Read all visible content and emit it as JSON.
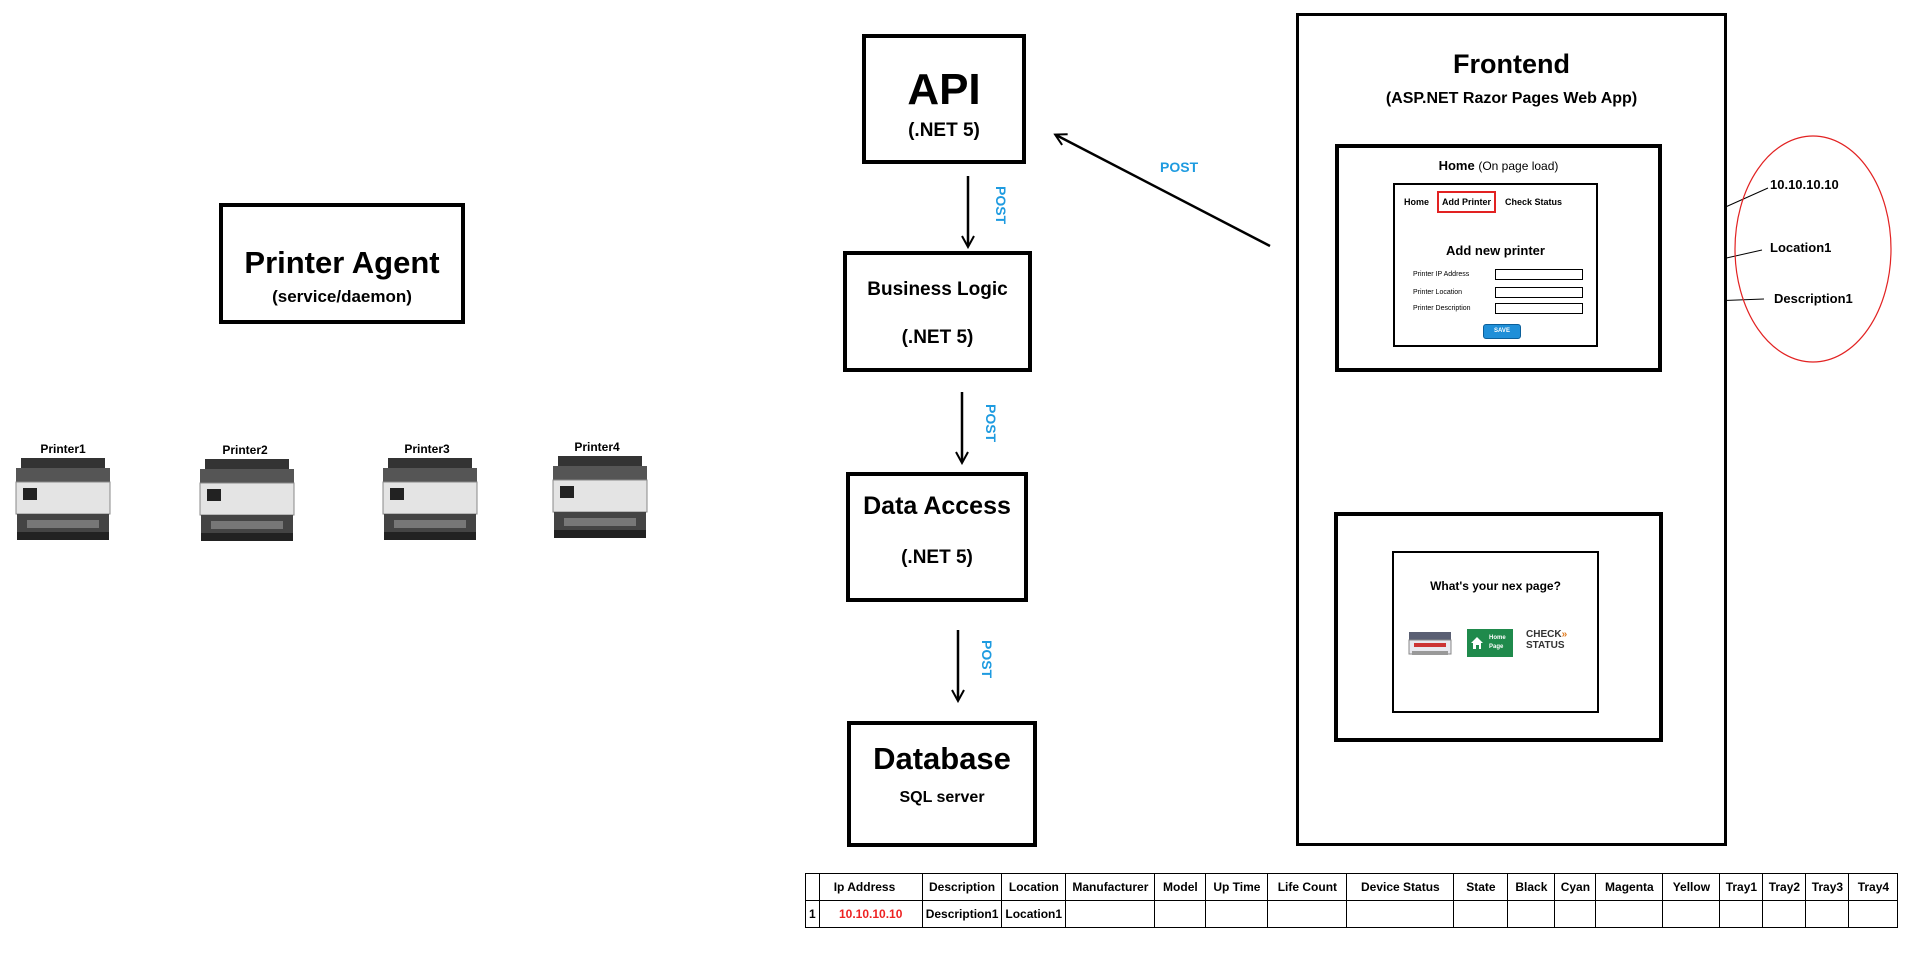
{
  "printer_agent": {
    "title": "Printer Agent",
    "subtitle": "(service/daemon)"
  },
  "printers": [
    {
      "label": "Printer1"
    },
    {
      "label": "Printer2"
    },
    {
      "label": "Printer3"
    },
    {
      "label": "Printer4"
    }
  ],
  "api": {
    "title": "API",
    "subtitle": "(.NET 5)"
  },
  "business_logic": {
    "title": "Business Logic",
    "subtitle": "(.NET 5)"
  },
  "data_access": {
    "title": "Data Access",
    "subtitle": "(.NET 5)"
  },
  "database": {
    "title": "Database",
    "subtitle": "SQL server"
  },
  "post_labels": [
    "POST",
    "POST",
    "POST",
    "POST"
  ],
  "frontend": {
    "title": "Frontend",
    "subtitle": "(ASP.NET Razor Pages Web App)",
    "home_title": "Home",
    "home_note": "(On page load)",
    "nav": [
      "Home",
      "Add Printer",
      "Check Status"
    ],
    "form_title": "Add new printer",
    "fields": [
      "Printer IP Address",
      "Printer Location",
      "Printer Description"
    ],
    "save_label": "SAVE",
    "next_page_title": "What's your nex page?",
    "next_icons": [
      "printer-admin-icon",
      "home-page-icon",
      "check-status-icon"
    ],
    "home_page_icon_text": [
      "Home",
      "Page"
    ],
    "check_status_icon_text": [
      "CHECK",
      "STATUS"
    ]
  },
  "callouts": [
    "10.10.10.10",
    "Location1",
    "Description1"
  ],
  "table": {
    "headers": [
      "Ip Address",
      "Description",
      "Location",
      "Manufacturer",
      "Model",
      "Up Time",
      "Life Count",
      "Device Status",
      "State",
      "Black",
      "Cyan",
      "Magenta",
      "Yellow",
      "Tray1",
      "Tray2",
      "Tray3",
      "Tray4"
    ],
    "rows": [
      {
        "index": "1",
        "cells": [
          "10.10.10.10",
          "Description1",
          "Location1",
          "",
          "",
          "",
          "",
          "",
          "",
          "",
          "",
          "",
          "",
          "",
          "",
          "",
          ""
        ]
      }
    ]
  },
  "colors": {
    "post": "#1e9be0",
    "highlight": "#e22222",
    "save_button": "#1f8fd8",
    "home_icon": "#1f8a4c"
  }
}
